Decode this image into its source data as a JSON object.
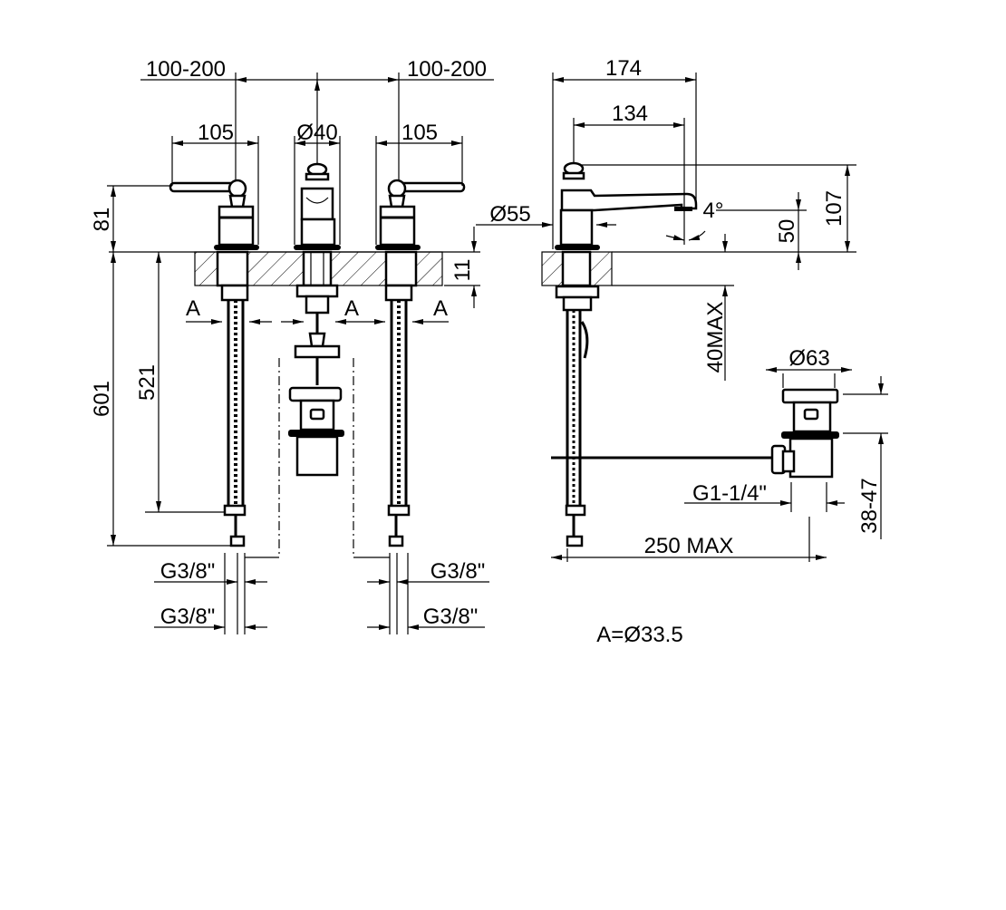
{
  "title": "Three-hole basin mixer technical drawing",
  "front_view": {
    "spacing_left": "100-200",
    "spacing_right": "100-200",
    "handle_left": "105",
    "spout_diameter": "Ø40",
    "handle_right": "105",
    "height_above_deck": "81",
    "total_length": "601",
    "hose_length": "521",
    "deck_thickness": "11",
    "hole_labels": [
      "A",
      "A",
      "A"
    ],
    "connections": [
      "G3/8\"",
      "G3/8\"",
      "G3/8\"",
      "G3/8\""
    ]
  },
  "side_view": {
    "reach_total": "174",
    "reach_spout": "134",
    "body_diameter": "Ø55",
    "angle": "4°",
    "spout_height": "50",
    "total_height": "107",
    "max_deck": "40MAX",
    "waste_diameter": "Ø63",
    "waste_thread": "G1-1/4\"",
    "waste_range": "38-47",
    "rod_length": "250 MAX"
  },
  "note": "A=Ø33.5"
}
